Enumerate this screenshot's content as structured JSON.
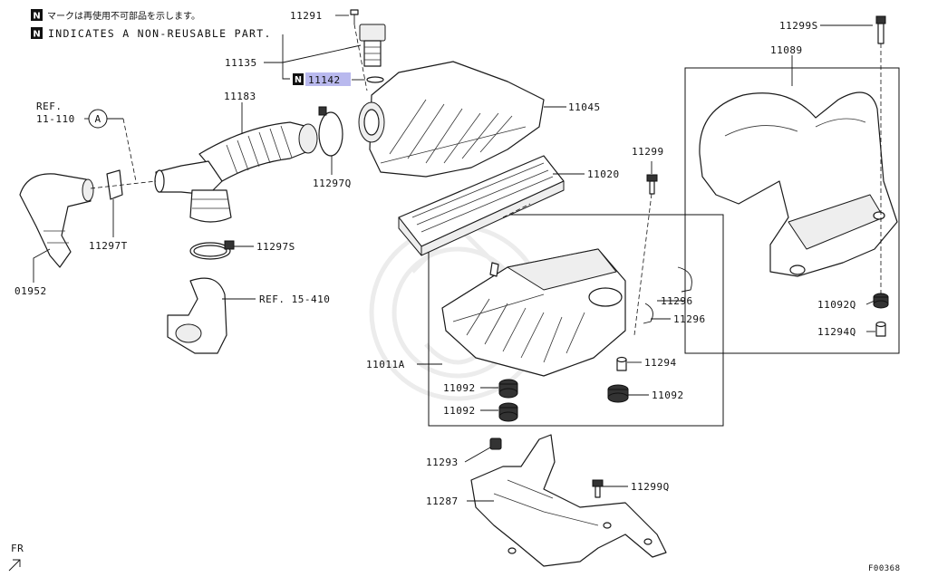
{
  "legend": {
    "badge": "N",
    "jp_note": "マークは再使用不可部品を示します。",
    "en_note": "INDICATES A NON-REUSABLE PART."
  },
  "highlight_color": "#b9b9ee",
  "labels": {
    "p11291": "11291",
    "p11135": "11135",
    "p11142": "11142",
    "p11183": "11183",
    "ref_11_110_a": "REF.",
    "ref_11_110_b": "11-110",
    "ref_circle": "A",
    "p11045": "11045",
    "p11297q": "11297Q",
    "p11020": "11020",
    "p11297t": "11297T",
    "p11297s": "11297S",
    "p01952": "01952",
    "ref_15_410": "REF. 15-410",
    "p11299": "11299",
    "p11299s": "11299S",
    "p11089": "11089",
    "p11296a": "11296",
    "p11296b": "11296",
    "p11092q": "11092Q",
    "p11294q": "11294Q",
    "p11011a": "11011A",
    "p11294": "11294",
    "p11092a": "11092",
    "p11092b": "11092",
    "p11092c": "11092",
    "p11293": "11293",
    "p11287": "11287",
    "p11299q": "11299Q",
    "fr": "FR",
    "code": "F00368"
  }
}
